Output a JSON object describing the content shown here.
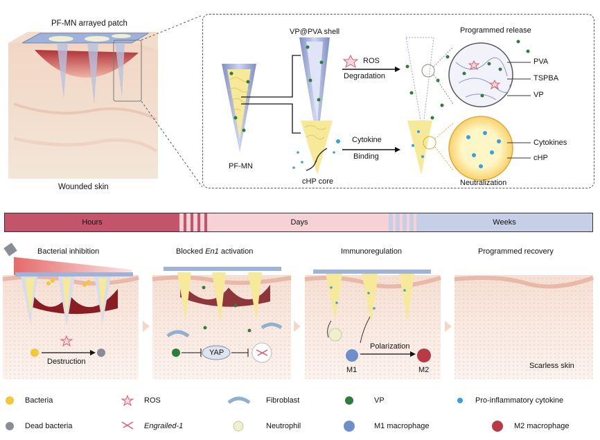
{
  "top": {
    "patch_label": "PF-MN arrayed patch",
    "skin_label": "Wounded skin",
    "shell_label": "VP@PVA shell",
    "programmed_release": "Programmed release",
    "ros": "ROS",
    "degradation": "Degradation",
    "pva": "PVA",
    "tspba": "TSPBA",
    "vp": "VP",
    "pfmn": "PF-MN",
    "cytokine": "Cytokine",
    "binding": "Binding",
    "chp_core": "cHP core",
    "cytokines": "Cytokines",
    "chp": "cHP",
    "neutralization": "Neutralization"
  },
  "timeline": {
    "hours": "Hours",
    "days": "Days",
    "weeks": "Weeks",
    "colors": {
      "hours": "#c4546a",
      "days": "#f6d2d6",
      "weeks": "#c7cfe6"
    }
  },
  "stages": {
    "s1": "Bacterial inhibition",
    "s2_pre": "Blocked ",
    "s2_em": "En1",
    "s2_post": " activation",
    "s3": "Immunoregulation",
    "s4": "Programmed recovery",
    "destruction": "Destruction",
    "yap": "YAP",
    "polarization": "Polarization",
    "m1": "M1",
    "m2": "M2",
    "scarless": "Scarless skin"
  },
  "legend": {
    "bacteria": "Bacteria",
    "dead_bacteria": "Dead bacteria",
    "ros": "ROS",
    "engrailed": "Engrailed-1",
    "fibroblast": "Fibroblast",
    "neutrophil": "Neutrophil",
    "vp": "VP",
    "m1_macrophage": "M1 macrophage",
    "pro_cytokine": "Pro-inflammatory cytokine",
    "m2_macrophage": "M2 macrophage"
  }
}
